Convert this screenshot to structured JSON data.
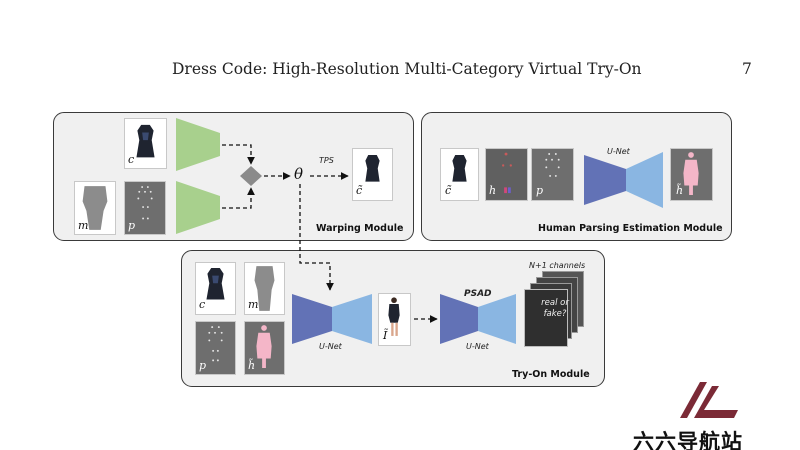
{
  "header": {
    "title": "Dress Code: High-Resolution Multi-Category Virtual Try-On",
    "page_number": "7"
  },
  "warping_module": {
    "title": "Warping Module",
    "label_c": "c",
    "label_m": "m",
    "label_p": "p",
    "theta": "θ",
    "tps": "TPS",
    "label_c_tilde": "c̃"
  },
  "parsing_module": {
    "title": "Human Parsing Estimation Module",
    "label_c_tilde": "c̃",
    "label_h": "h",
    "label_p": "p",
    "unet": "U-Net",
    "label_h_tilde": "h̃"
  },
  "tryon_module": {
    "title": "Try-On Module",
    "label_c": "c",
    "label_m": "m",
    "label_p": "p",
    "label_h_tilde": "h̃",
    "unet_1": "U-Net",
    "label_i_tilde": "Ĩ",
    "psad": "PSAD",
    "unet_2": "U-Net",
    "channels": "N+1 channels",
    "disc_line1": "real or",
    "disc_line2": "fake?"
  },
  "watermark": {
    "text": "六六导航站"
  },
  "colors": {
    "encoder_green": "#a8d08d",
    "unet_dark": "#6272b6",
    "unet_light": "#8ab6e2",
    "module_bg": "#f0f0f0",
    "watermark_red": "#7b2a36"
  }
}
